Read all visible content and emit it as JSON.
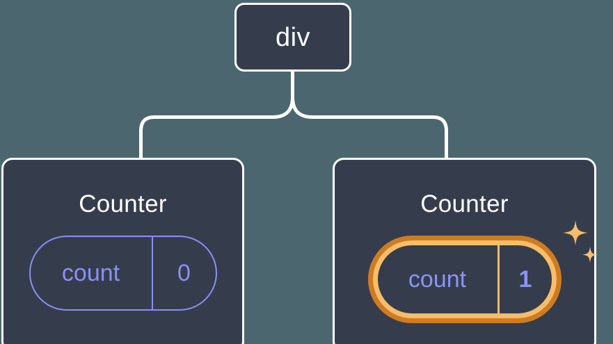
{
  "diagram": {
    "type": "component-tree",
    "background_color": "#4c6670",
    "node_fill_color": "#353d4d",
    "node_border_color": "#ffffff",
    "connector_color": "#ffffff",
    "root": {
      "label": "div"
    },
    "children": [
      {
        "title": "Counter",
        "state": {
          "key": "count",
          "value": "0",
          "highlighted": false,
          "accent_color": "#8b8ff5"
        }
      },
      {
        "title": "Counter",
        "state": {
          "key": "count",
          "value": "1",
          "highlighted": true,
          "ring_outer_color": "#cf7c20",
          "ring_inner_color": "#f9bd6a",
          "text_color": "#8b93f8"
        },
        "decoration": {
          "icon": "sparkles-icon",
          "color": "#f9bd6a"
        }
      }
    ]
  }
}
